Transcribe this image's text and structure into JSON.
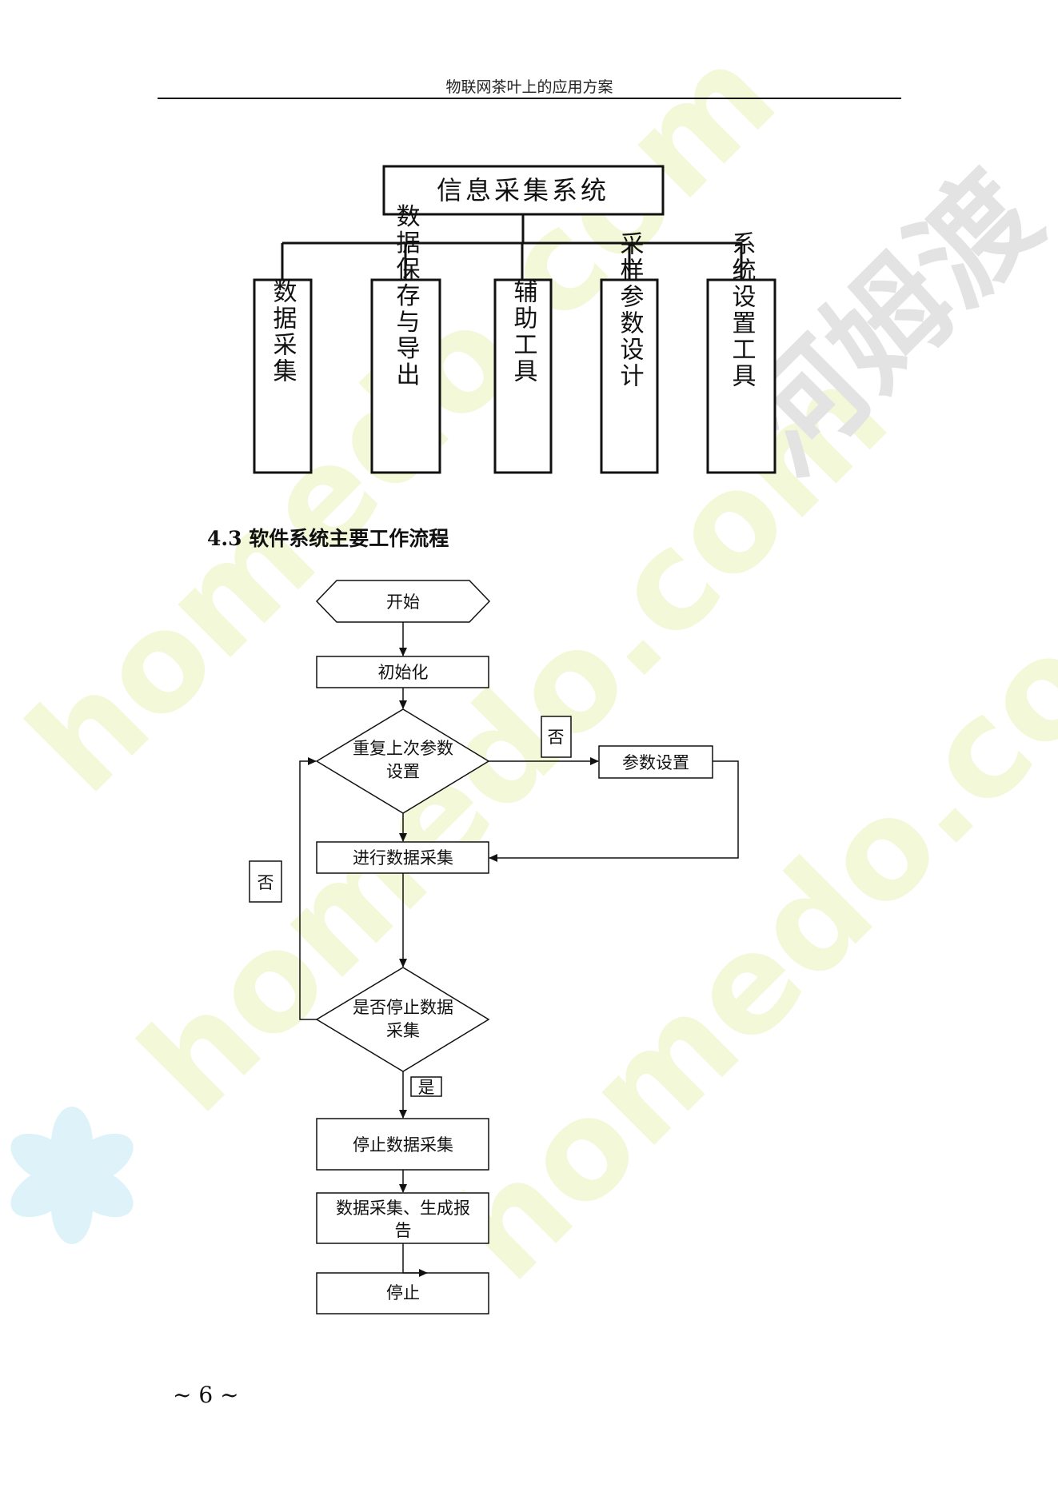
{
  "header": {
    "title": "物联网茶叶上的应用方案"
  },
  "org_chart": {
    "root": "信息采集系统",
    "children": [
      "数据采集",
      "数据保存与导出",
      "辅助工具",
      "采样参数设计",
      "系统设置工具"
    ]
  },
  "section": {
    "heading": "4.3 软件系统主要工作流程"
  },
  "flowchart": {
    "start": "开始",
    "init": "初始化",
    "decision_repeat": {
      "line1": "重复上次参数",
      "line2": "设置"
    },
    "param_setting": "参数设置",
    "collect": "进行数据采集",
    "decision_stop": {
      "line1": "是否停止数据",
      "line2": "采集"
    },
    "stop_collect": "停止数据采集",
    "report": {
      "line1": "数据采集、生成报",
      "line2": "告"
    },
    "end": "停止",
    "label_no_1": "否",
    "label_no_2": "否",
    "label_yes": "是"
  },
  "watermark": {
    "text1": "homedo.com",
    "text2": "河姆渡"
  },
  "footer": {
    "page_number": "~ 6 ~"
  },
  "colors": {
    "line": "#111111",
    "watermark_green": "#f3f8dc",
    "watermark_cyan": "#e4f6fb",
    "watermark_gray": "#e2e2e2"
  }
}
